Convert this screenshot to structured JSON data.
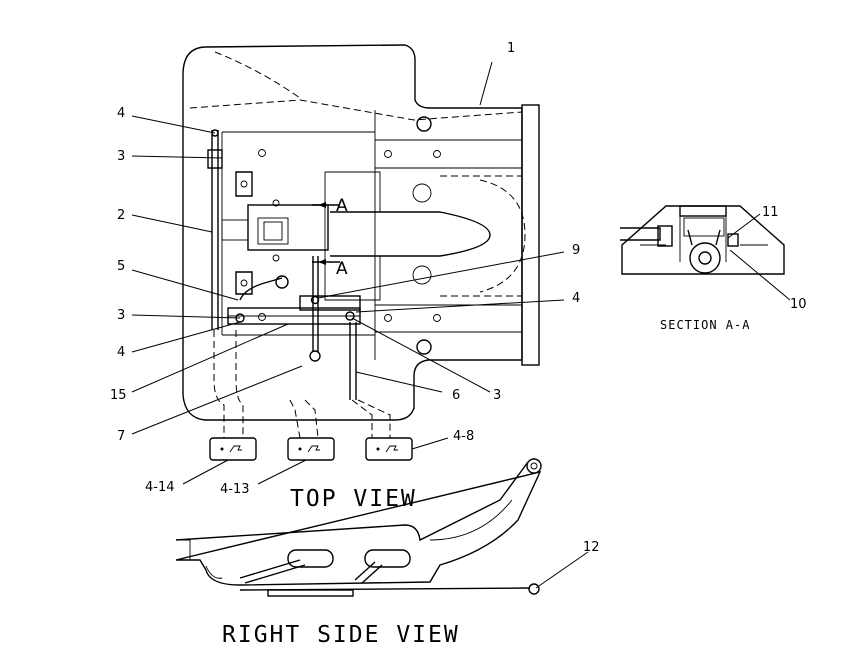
{
  "views": {
    "top_view_title": "TOP VIEW",
    "right_side_view_title": "RIGHT SIDE VIEW",
    "section_title": "SECTION A-A",
    "section_marker": "A"
  },
  "callouts": {
    "c1": "1",
    "c4_upper": "4",
    "c3_upper": "3",
    "c2": "2",
    "c5": "5",
    "c3_left": "3",
    "c4_left": "4",
    "c15": "15",
    "c7": "7",
    "c9": "9",
    "c4_right": "4",
    "c6": "6",
    "c3_right": "3",
    "c11": "11",
    "c10": "10",
    "c12": "12",
    "c4_14": "4-14",
    "c4_13": "4-13",
    "c4_8": "4-8"
  }
}
